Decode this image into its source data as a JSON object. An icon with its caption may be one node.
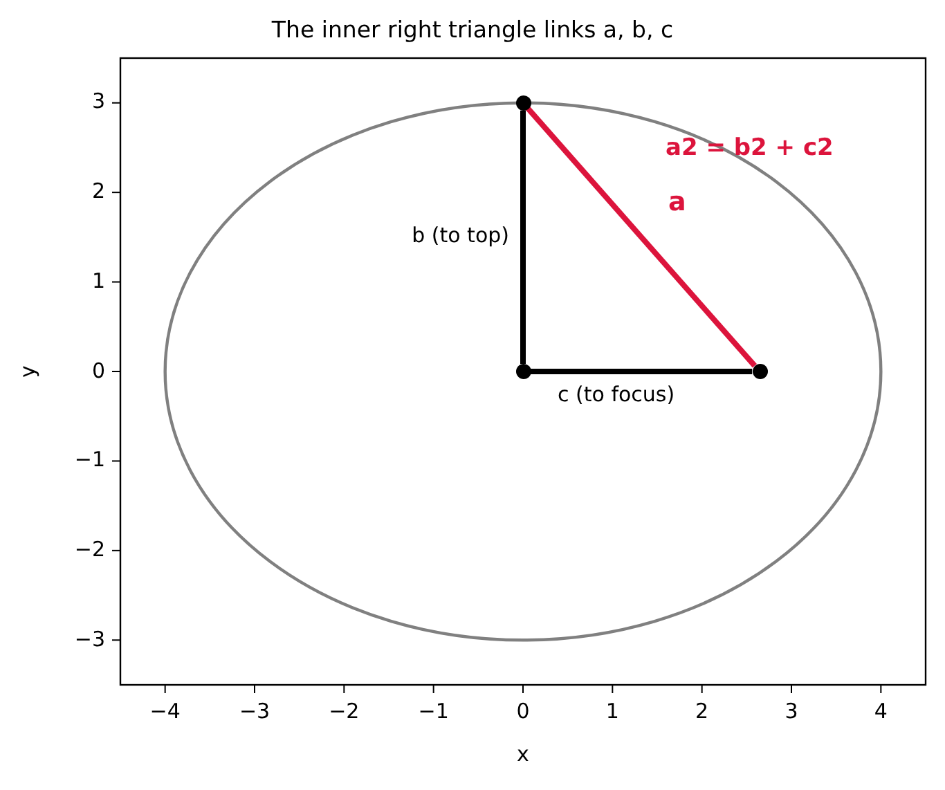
{
  "diagram": {
    "title": "The inner right triangle links a, b, c",
    "nodes": [
      {
        "text": [],
        "shape": "circle"
      },
      {
        "text": [],
        "shape": "circle"
      },
      {
        "text": [],
        "shape": "circle"
      }
    ],
    "edges": [
      {
        "from": 1,
        "to": 0,
        "arrow": "none",
        "label": "b (to top)"
      },
      {
        "from": 1,
        "to": 2,
        "arrow": "none",
        "label": "c (to focus)"
      },
      {
        "from": 0,
        "to": 2,
        "arrow": "none",
        "label": "a",
        "color": "#dc143c"
      }
    ],
    "labels": [
      "a2 = b2 + c2",
      "3",
      "2",
      "1",
      "0",
      "−1",
      "−2",
      "−3",
      "y",
      "−4",
      "−3",
      "−2",
      "−1",
      "0",
      "1",
      "2",
      "3",
      "4",
      "x"
    ]
  }
}
